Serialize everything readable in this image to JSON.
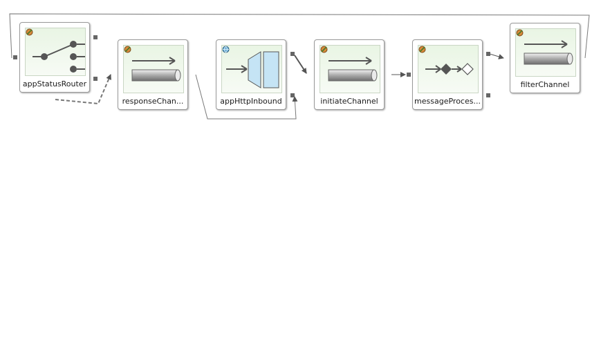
{
  "diagram": {
    "nodes": [
      {
        "id": "appStatusRouter",
        "label": "appStatusRouter",
        "kind": "router",
        "badge": "bean-icon"
      },
      {
        "id": "responseChannel",
        "label": "responseChan...",
        "kind": "channel",
        "badge": "bean-icon"
      },
      {
        "id": "appHttpInbound",
        "label": "appHttpInbound",
        "kind": "gateway",
        "badge": "globe-icon"
      },
      {
        "id": "initiateChannel",
        "label": "initiateChannel",
        "kind": "channel",
        "badge": "bean-icon"
      },
      {
        "id": "messageProcessor",
        "label": "messageProces...",
        "kind": "filter",
        "badge": "bean-icon"
      },
      {
        "id": "filterChannel",
        "label": "filterChannel",
        "kind": "channel",
        "badge": "bean-icon"
      }
    ],
    "connections": [
      {
        "from": "appStatusRouter",
        "to": "responseChannel",
        "style": "dashed"
      },
      {
        "from": "responseChannel",
        "to": "appHttpInbound",
        "style": "solid"
      },
      {
        "from": "appHttpInbound",
        "to": "initiateChannel",
        "style": "solid"
      },
      {
        "from": "initiateChannel",
        "to": "messageProcessor",
        "style": "solid"
      },
      {
        "from": "messageProcessor",
        "to": "filterChannel",
        "style": "solid"
      },
      {
        "from": "filterChannel",
        "to": "appStatusRouter",
        "style": "solid"
      }
    ],
    "colors": {
      "tile_top": "#e9f5e4",
      "tile_bottom": "#f7fbf5",
      "icon_gray": "#555555",
      "gateway_blue": "#c5e4f5",
      "border": "#9a9a9a"
    }
  }
}
